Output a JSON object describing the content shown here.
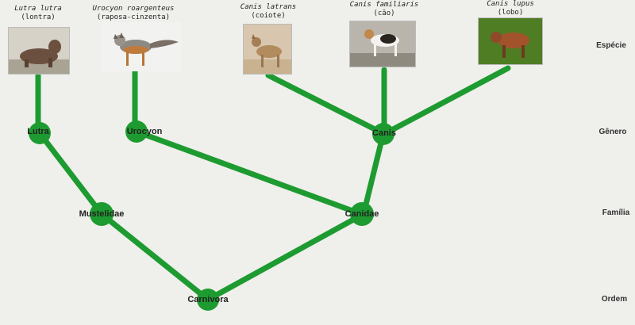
{
  "colors": {
    "branch": "#1e9b30",
    "node": "#1e9b30",
    "background": "#efefec"
  },
  "species": [
    {
      "latin": "Lutra lutra",
      "common": "(lontra)",
      "icon": "otter-photo"
    },
    {
      "latin": "Urocyon roargenteus",
      "common": "(raposa-cinzenta)",
      "icon": "gray-fox-photo"
    },
    {
      "latin": "Canis latrans",
      "common": "(coiote)",
      "icon": "coyote-photo"
    },
    {
      "latin": "Canis familiaris",
      "common": "(cão)",
      "icon": "dog-photo"
    },
    {
      "latin": "Canis lupus",
      "common": "(lobo)",
      "icon": "wolf-photo"
    }
  ],
  "ranks": {
    "species": "Espécie",
    "genus": "Gênero",
    "family": "Família",
    "order": "Ordem"
  },
  "nodes": {
    "lutra": "Lutra",
    "urocyon": "Urocyon",
    "canis": "Canis",
    "mustelidae": "Mustelidae",
    "canidae": "Canidae",
    "carnivora": "Carnivora"
  }
}
